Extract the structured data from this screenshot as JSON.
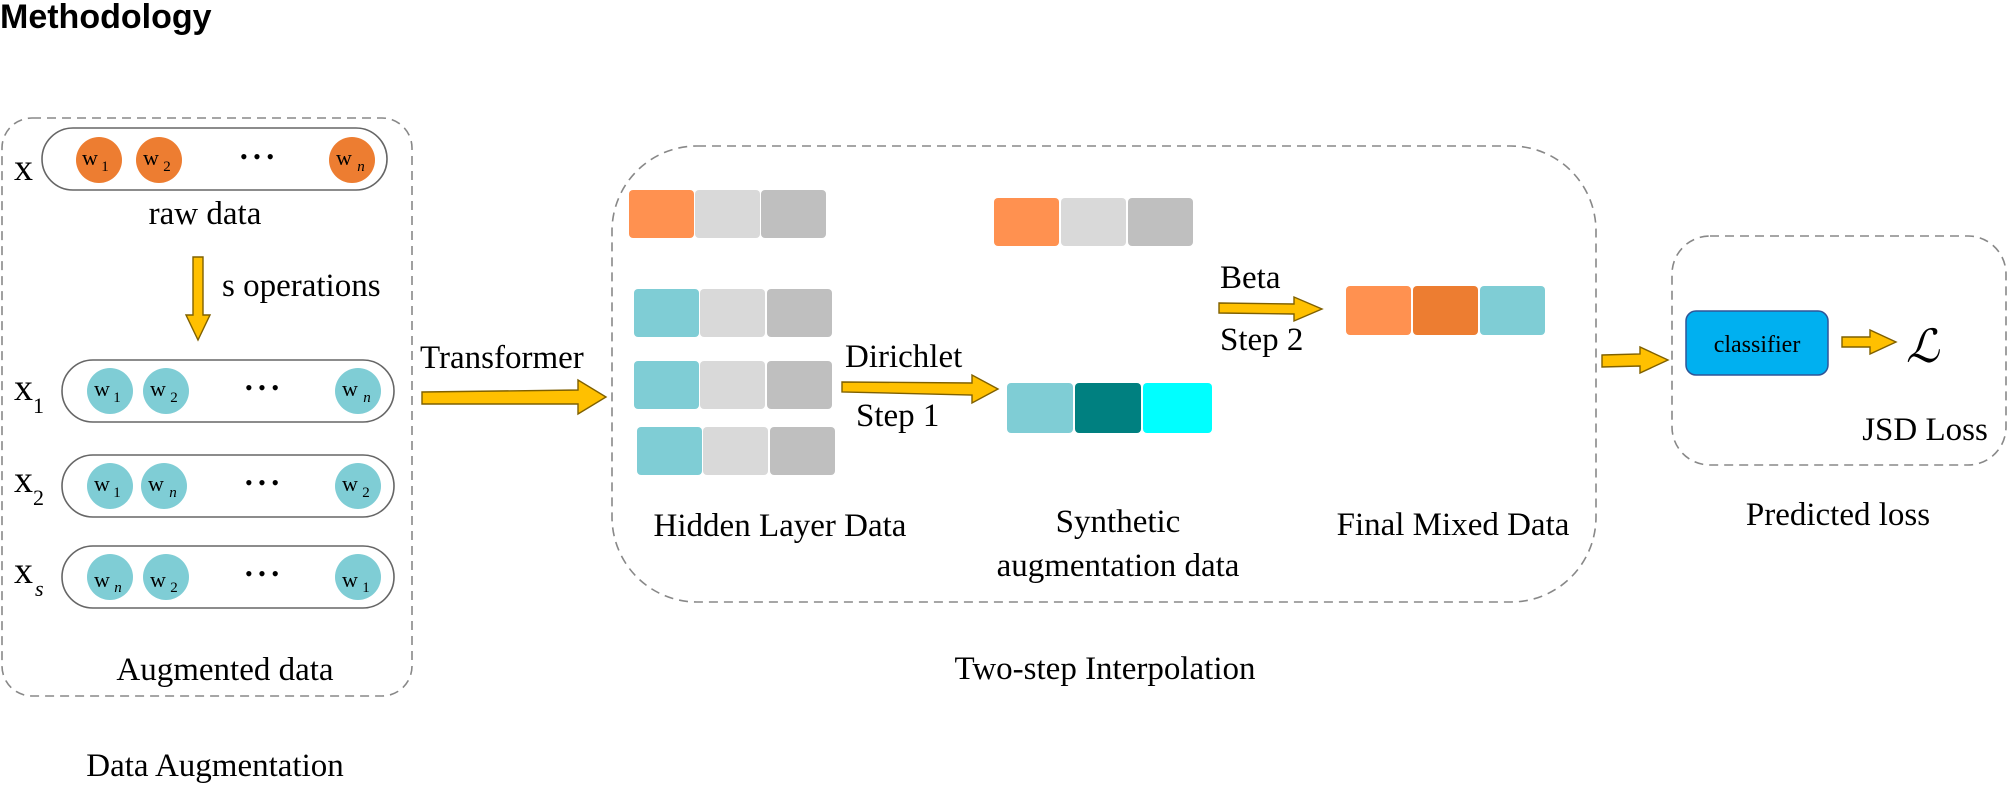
{
  "title": "Methodology",
  "colors": {
    "orange_token": "#ED7D31",
    "teal_token": "#7FCDD5",
    "light_orange": "#FF9150",
    "light_gray": "#D9D9D9",
    "mid_gray": "#BFBFBF",
    "dark_teal": "#008080",
    "cyan": "#00FFFF",
    "classifier_blue": "#00B0F0",
    "arrow_yellow": "#FFC000"
  },
  "augmentation": {
    "raw_row_label": "x",
    "raw_caption": "raw data",
    "operations_label": "s operations",
    "augmented_caption": "Augmented data",
    "section_caption": "Data Augmentation",
    "ellipsis": "• • •",
    "rows": [
      {
        "label": "x",
        "sub": "1",
        "sub_italic": false,
        "tokens": [
          {
            "w": "w",
            "s": "1",
            "i": false
          },
          {
            "w": "w",
            "s": "2",
            "i": false
          },
          {
            "w": "w",
            "s": "n",
            "i": true
          }
        ]
      },
      {
        "label": "x",
        "sub": "2",
        "sub_italic": false,
        "tokens": [
          {
            "w": "w",
            "s": "1",
            "i": false
          },
          {
            "w": "w",
            "s": "n",
            "i": true
          },
          {
            "w": "w",
            "s": "2",
            "i": false
          }
        ]
      },
      {
        "label": "x",
        "sub": "s",
        "sub_italic": true,
        "tokens": [
          {
            "w": "w",
            "s": "n",
            "i": true
          },
          {
            "w": "w",
            "s": "2",
            "i": false
          },
          {
            "w": "w",
            "s": "1",
            "i": false
          }
        ]
      }
    ],
    "raw_tokens": [
      {
        "w": "w",
        "s": "1",
        "i": false
      },
      {
        "w": "w",
        "s": "2",
        "i": false
      },
      {
        "w": "w",
        "s": "n",
        "i": true
      }
    ]
  },
  "transformer_label": "Transformer",
  "interpolation": {
    "hidden_caption": "Hidden Layer Data",
    "dirichlet_label": "Dirichlet",
    "step1_label": "Step 1",
    "synthetic_caption_line1": "Synthetic",
    "synthetic_caption_line2": "augmentation data",
    "beta_label": "Beta",
    "step2_label": "Step 2",
    "final_caption": "Final Mixed Data",
    "section_caption": "Two-step Interpolation"
  },
  "loss": {
    "classifier_label": "classifier",
    "loss_symbol": "ℒ",
    "jsd_label": "JSD Loss",
    "section_caption": "Predicted loss"
  }
}
